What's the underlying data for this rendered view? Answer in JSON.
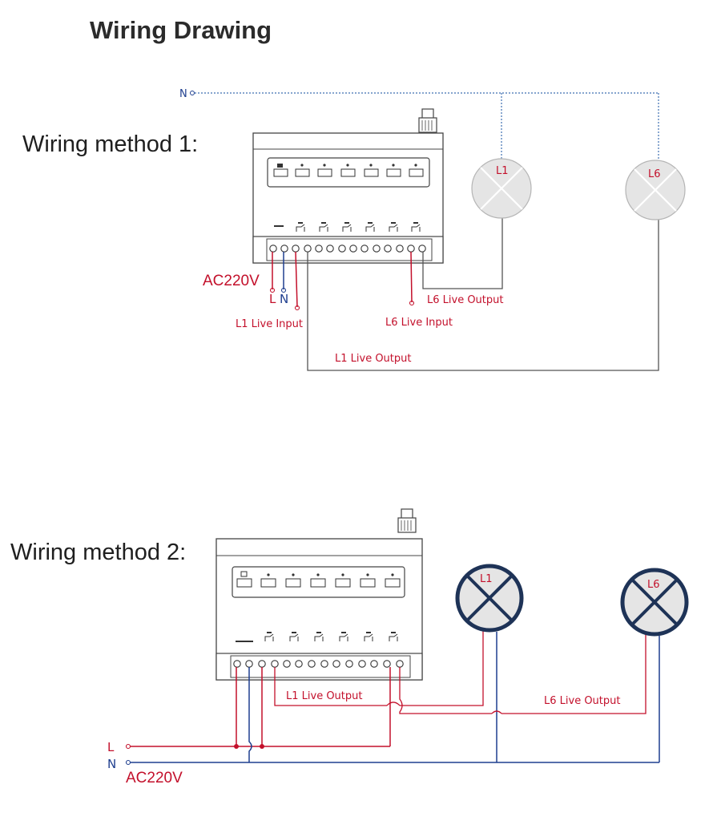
{
  "title": "Wiring Drawing",
  "colors": {
    "live_wire": "#c3102b",
    "neutral_wire": "#1f3f8f",
    "neutral_dashed": "#3d6fb0",
    "output_wire": "#3a3a3a",
    "device_outline": "#444444",
    "lamp_fill": "#e5e5e5",
    "lamp_ring_method2": "#1e3357"
  },
  "method1": {
    "title": "Wiring method 1:",
    "neutral_label": "N",
    "supply_label": "AC220V",
    "live_label": "L",
    "neutral_terminal_label": "N",
    "lamps": [
      {
        "id": "L1",
        "label": "L1"
      },
      {
        "id": "L6",
        "label": "L6"
      }
    ],
    "wire_labels": {
      "l1_live_input": "L1 Live Input",
      "l6_live_input": "L6 Live Input",
      "l6_live_output": "L6 Live Output",
      "l1_live_output": "L1 Live Output"
    }
  },
  "method2": {
    "title": "Wiring method 2:",
    "live_label": "L",
    "neutral_label": "N",
    "supply_label": "AC220V",
    "lamps": [
      {
        "id": "L1",
        "label": "L1"
      },
      {
        "id": "L6",
        "label": "L6"
      }
    ],
    "wire_labels": {
      "l1_live_output": "L1 Live Output",
      "l6_live_output": "L6 Live Output"
    }
  },
  "icons": [
    "antenna-icon",
    "relay-channel-button-icon",
    "terminal-screw-icon",
    "lamp-icon"
  ]
}
